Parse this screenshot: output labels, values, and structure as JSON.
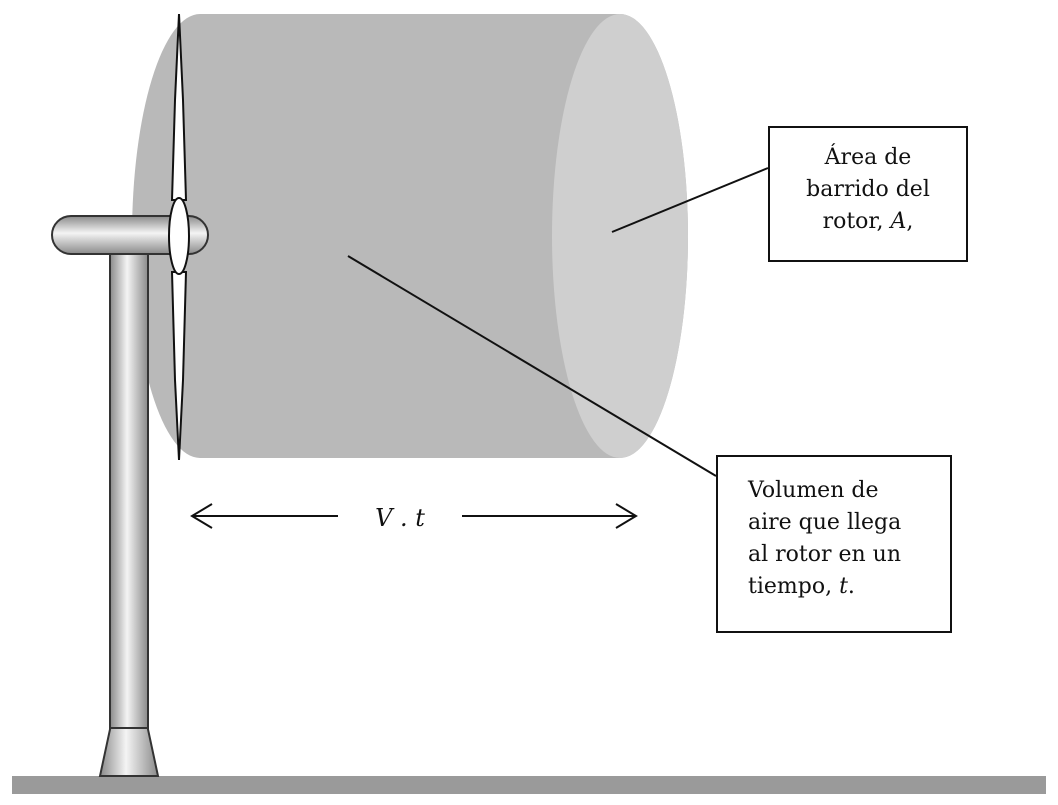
{
  "colors": {
    "cylinder_body": "#b9b9b9",
    "cylinder_face": "#cfcfcf",
    "ground": "#9a9a9a",
    "line": "#111111"
  },
  "labels": {
    "area": {
      "line1": "Área de",
      "line2": "barrido del",
      "line3_text": "rotor, ",
      "line3_symbol": "A",
      "line3_tail": ","
    },
    "volume": {
      "line1": "Volumen de",
      "line2": "aire que llega",
      "line3": "al rotor en un",
      "line4_text": "tiempo, ",
      "line4_symbol": "t",
      "line4_tail": "."
    },
    "formula": "V . t"
  }
}
